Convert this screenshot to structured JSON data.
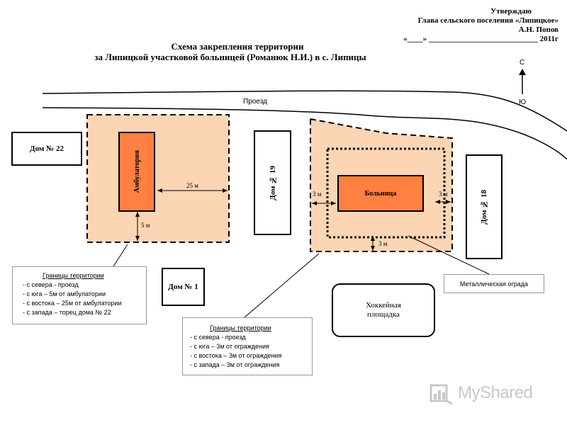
{
  "approval": {
    "line1": "Утверждаю",
    "line2": "Глава сельского поселения «Липицкое»",
    "line3": "А.Н. Попов",
    "line4": "«____» ____________________________ 2011г"
  },
  "title": {
    "line1": "Схема закрепления территории",
    "line2": "за  Липицкой участковой больницей (Романюк Н.И.) в с. Липицы"
  },
  "compass": {
    "north": "С",
    "south": "Ю"
  },
  "road_label": "Проезд",
  "buildings": {
    "house22": "Дом № 22",
    "ambulatory": "Амбулатория",
    "house19": "Дом № 19",
    "hospital": "Больница",
    "house18": "Дом № 18",
    "house1": "Дом № 1",
    "hockey": "Хоккейная площадка"
  },
  "dimensions": {
    "amb_east": "25 м",
    "amb_south": "5 м",
    "hosp_west": "3 м",
    "hosp_east": "3 м",
    "hosp_south": "3 м"
  },
  "fence_label": "Металлическая ограда",
  "callout_ambulatory": {
    "heading": "Границы территории",
    "items": [
      "с севера - проезд",
      "с юга –  5м от амбулатории",
      "с востока – 25м от амбулатории",
      "с запада –  торец дома № 22"
    ]
  },
  "callout_hospital": {
    "heading": "Границы территории",
    "items": [
      "с севера - проезд",
      "с юга –  3м от ограждения",
      "с востока – 3м от ограждения",
      "с запада –  3м от ограждения"
    ]
  },
  "colors": {
    "zone_fill": "#fcd5b4",
    "building_fill": "#ff8040",
    "watermark": "#c8c8c8"
  },
  "watermark": {
    "text": "MyShared",
    "icon": "chart-podium-icon"
  }
}
